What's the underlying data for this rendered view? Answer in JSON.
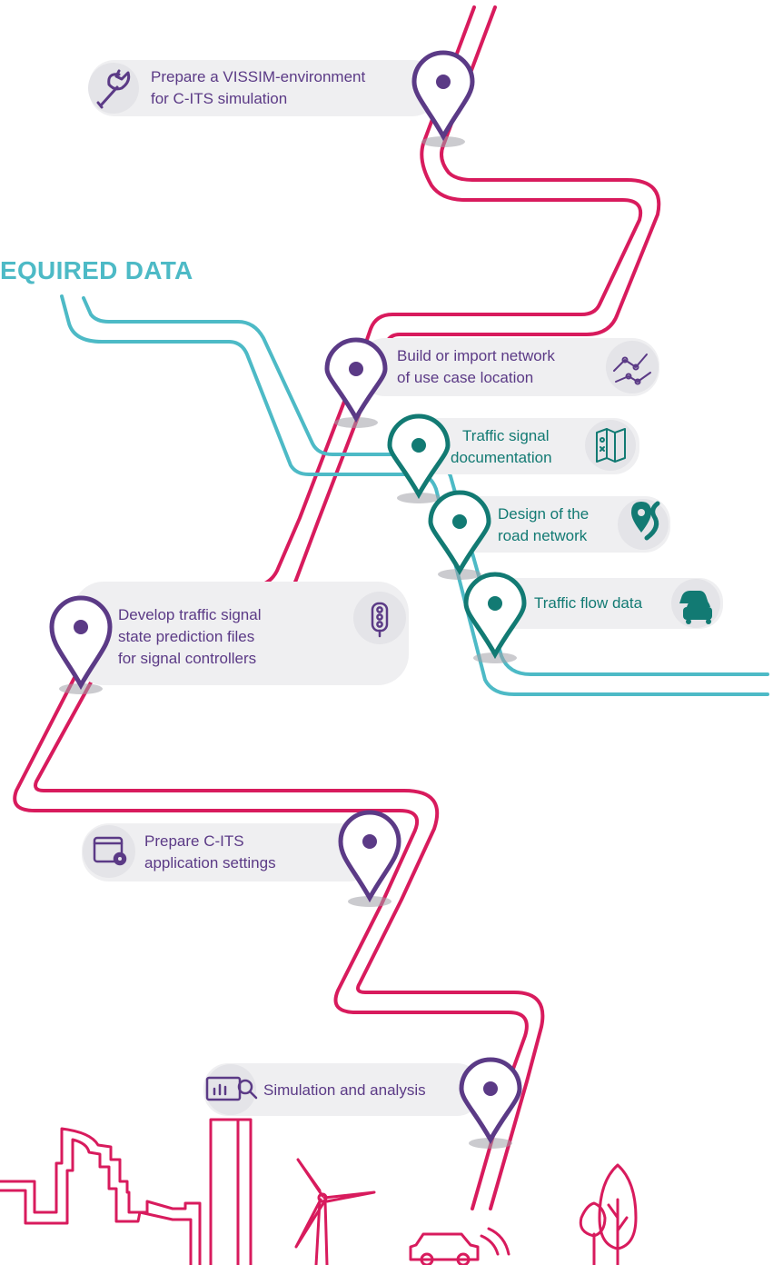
{
  "heading": "EQUIRED DATA",
  "colors": {
    "main_route": "#d81b5d",
    "data_route": "#4dbac6",
    "step_pin": "#5b3a86",
    "data_pin": "#127a73",
    "card_bg": "#efeff1",
    "icon_bg": "#e4e4e8",
    "skyline": "#d81b5d"
  },
  "steps": [
    {
      "line1": "Prepare a VISSIM-environment",
      "line2": "for C-ITS simulation",
      "icon": "wrench-icon"
    },
    {
      "line1": "Build or import network",
      "line2": "of use case location",
      "icon": "network-graph-icon"
    },
    {
      "line1": "Develop traffic signal",
      "line2": "state prediction files",
      "line3": "for signal controllers",
      "icon": "traffic-light-icon"
    },
    {
      "line1": "Prepare C-ITS",
      "line2": "application settings",
      "icon": "app-settings-icon"
    },
    {
      "line1": "Simulation and analysis",
      "icon": "analytics-icon"
    }
  ],
  "data_items": [
    {
      "line1": "Traffic signal",
      "line2": "documentation",
      "icon": "map-icon"
    },
    {
      "line1": "Design of the",
      "line2": "road network",
      "icon": "route-icon"
    },
    {
      "line1": "Traffic flow data",
      "icon": "cars-icon"
    }
  ]
}
